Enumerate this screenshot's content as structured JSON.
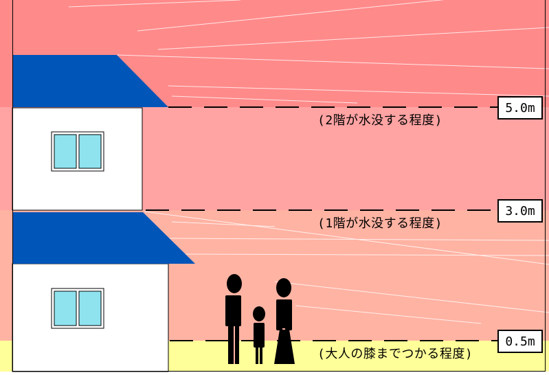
{
  "labels": {
    "level_5": "(2階が水没する程度)",
    "level_3": "(1階が水没する程度)",
    "level_05": "(大人の膝までつかる程度)"
  },
  "depths": {
    "level_5": "5.0m",
    "level_3": "3.0m",
    "level_05": "0.5m"
  },
  "colors": {
    "top_band": "#ff8a8a",
    "upper_band": "#ffa3a3",
    "middle_band": "#ffb3a3",
    "bottom_band": "#ffff99",
    "roof": "#0055b8",
    "window": "#8fe3ef",
    "outline": "#000000"
  },
  "icons": {
    "house": "two-story-house-icon",
    "people": "family-silhouettes-icon"
  }
}
